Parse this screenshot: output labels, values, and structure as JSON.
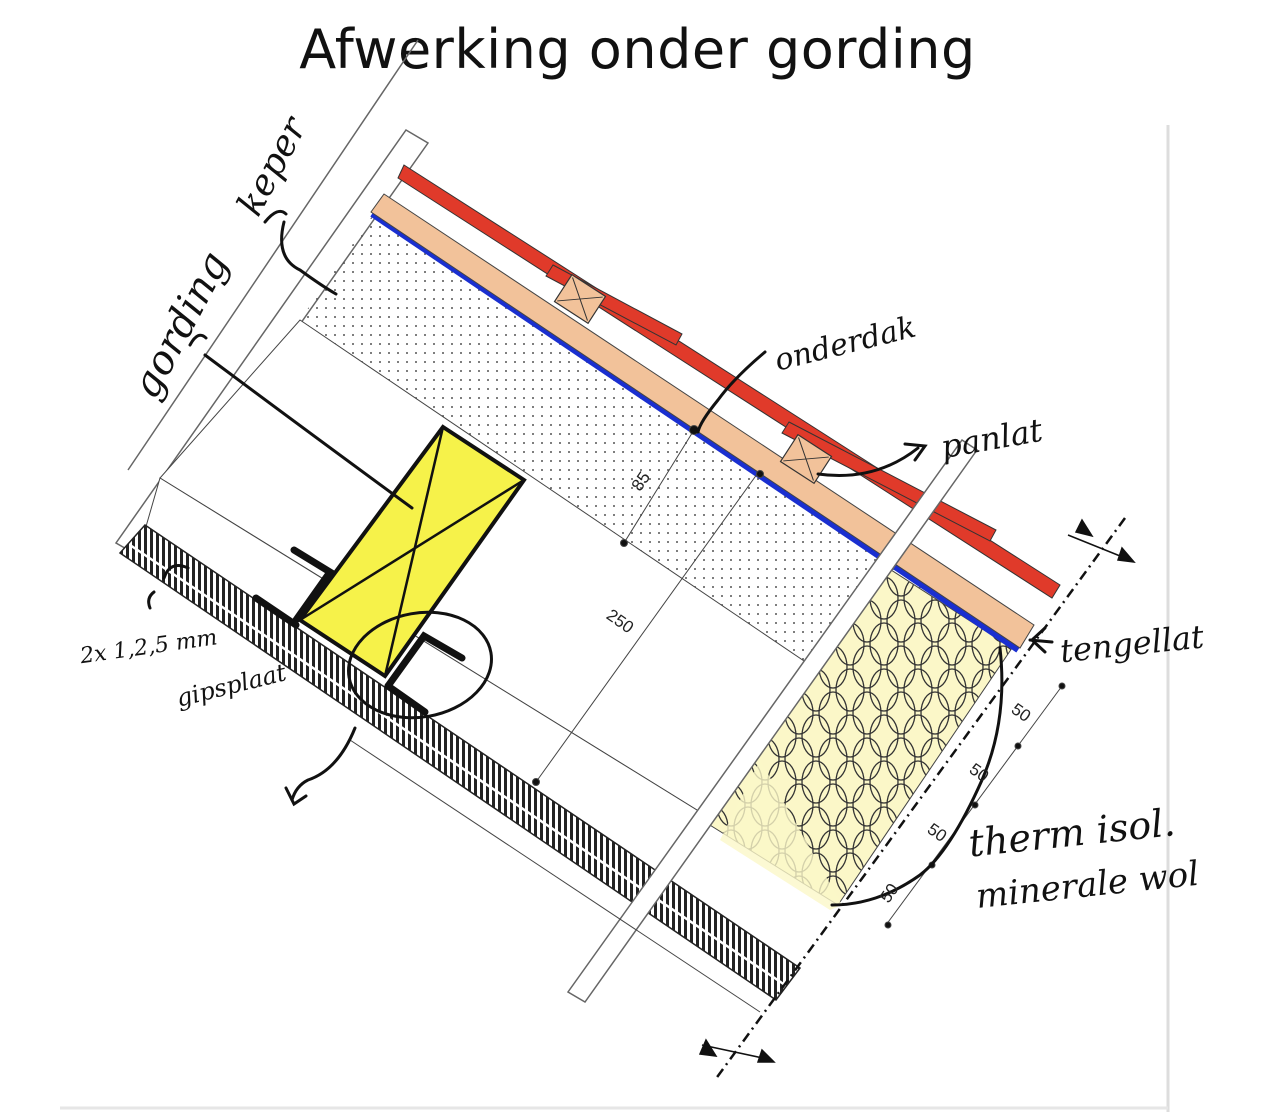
{
  "title": "Afwerking onder gording",
  "labels": {
    "keper": "keper",
    "gording": "gording",
    "onderdak": "onderdak",
    "panlat": "panlat",
    "tengellat": "tengellat",
    "gipsplaat_1": "2x 1,2,5 mm",
    "gipsplaat_2": "gipsplaat",
    "isolatie_1": "therm isol.",
    "isolatie_2": "minerale wol"
  },
  "dimensions": {
    "d85": "85",
    "d250": "250",
    "d50a": "50",
    "d50b": "50",
    "d50c": "50",
    "d50d": "50"
  },
  "colors": {
    "roof_tile": "#e03a2a",
    "tengellat": "#f2c29a",
    "underlay": "#1a2fd0",
    "purlin": "#f6f24a",
    "insulation": "#fbf6c4"
  }
}
